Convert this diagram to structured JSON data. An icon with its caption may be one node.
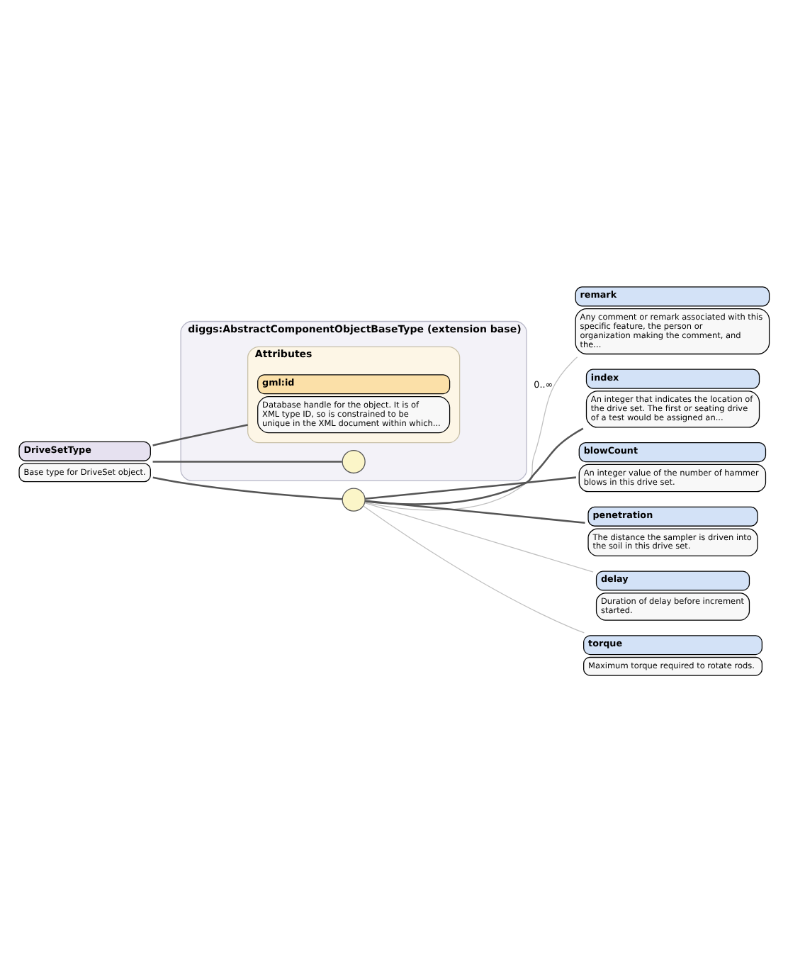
{
  "diagram": {
    "nodes": [
      {
        "text": [
          "DriveSetType",
          "Base type for DriveSet object."
        ]
      },
      {
        "text": [
          "diggs:AbstractComponentObjectBaseType (extension base)"
        ]
      },
      {
        "text": [
          "Attributes"
        ],
        "in": 1
      },
      {
        "text": [
          "gml:id",
          "Database handle for the object. It is of XML type ID, so is constrained to be unique in the XML document within which..."
        ],
        "in": 2
      },
      {
        "text": [],
        "shape": "circle",
        "in": 1
      },
      {
        "text": [],
        "shape": "circle"
      },
      {
        "text": [
          "remark",
          "Any comment or remark associated with this specific feature, the person or organization making the comment, and the..."
        ]
      },
      {
        "text": [
          "index",
          "An integer that indicates the location of the drive set. The first or seating drive of a test would be assigned an..."
        ]
      },
      {
        "text": [
          "blowCount",
          "An integer value of the number of hammer blows in this drive set."
        ]
      },
      {
        "text": [
          "penetration",
          "The distance the sampler is driven into the soil in this drive set."
        ]
      },
      {
        "text": [
          "delay",
          "Duration of delay before increment started."
        ]
      },
      {
        "text": [
          "torque",
          "Maximum torque required to rotate rods."
        ]
      }
    ],
    "edges": [
      {
        "from": 0,
        "to": 2,
        "arrow": "none"
      },
      {
        "from": 0,
        "to": 4,
        "arrow": "none"
      },
      {
        "from": 0,
        "to": 5,
        "arrow": "none"
      },
      {
        "from": 5,
        "to": 6,
        "arrow": "none",
        "label": "0..∞",
        "color": "#c0c0c0"
      },
      {
        "from": 5,
        "to": 7,
        "arrow": "none"
      },
      {
        "from": 5,
        "to": 8,
        "arrow": "none"
      },
      {
        "from": 5,
        "to": 9,
        "arrow": "none"
      },
      {
        "from": 5,
        "to": 10,
        "arrow": "none",
        "color": "#c0c0c0"
      },
      {
        "from": 5,
        "to": 11,
        "arrow": "none",
        "color": "#c0c0c0"
      }
    ]
  }
}
